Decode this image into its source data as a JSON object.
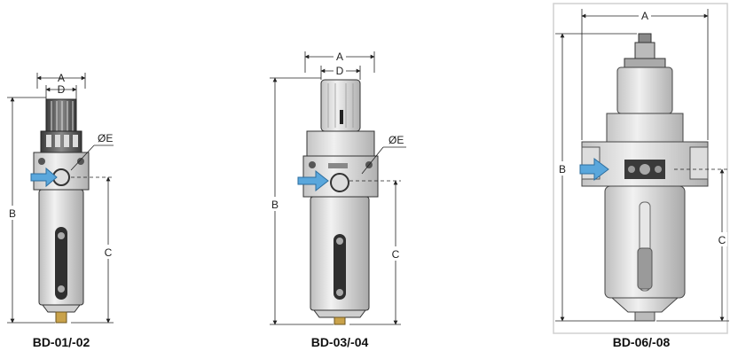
{
  "figures": [
    {
      "model": "BD-01/-02",
      "dims": {
        "a": "A",
        "b": "B",
        "c": "C",
        "d": "D",
        "e": "ØE"
      }
    },
    {
      "model": "BD-03/-04",
      "dims": {
        "a": "A",
        "b": "B",
        "c": "C",
        "d": "D",
        "e": "ØE"
      }
    },
    {
      "model": "BD-06/-08",
      "dims": {
        "a": "A",
        "b": "B",
        "c": "C"
      }
    }
  ],
  "colors": {
    "body_light": "#e8e8e8",
    "body_mid": "#c9c9c9",
    "body_dark": "#4a4a4a",
    "arrow": "#5aa7dc",
    "line": "#222222"
  }
}
